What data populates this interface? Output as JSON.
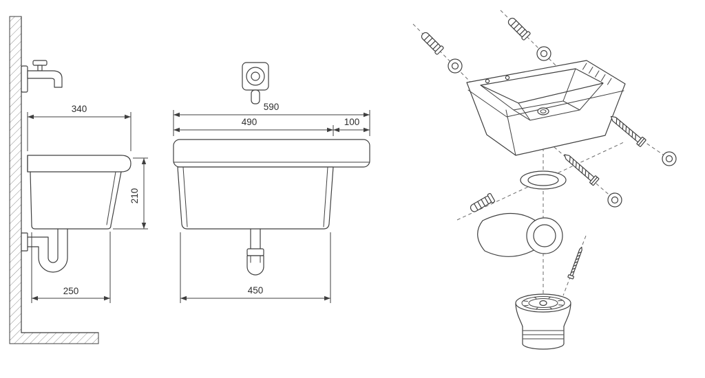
{
  "diagram": {
    "type": "technical-drawing",
    "line_color": "#3f3f3f",
    "background": "#ffffff",
    "side_view": {
      "top_depth_mm": "340",
      "height_mm": "210",
      "bottom_depth_mm": "250"
    },
    "front_view": {
      "overall_width_mm": "590",
      "basin_width_mm": "490",
      "ledge_width_mm": "100",
      "bottom_width_mm": "450"
    },
    "exploded_view": {
      "parts": [
        "wall-plug",
        "cover-cap",
        "sink-basin",
        "fixing-screw",
        "sealing-gasket",
        "mounting-bracket",
        "thin-screw",
        "drain-strainer"
      ]
    }
  }
}
